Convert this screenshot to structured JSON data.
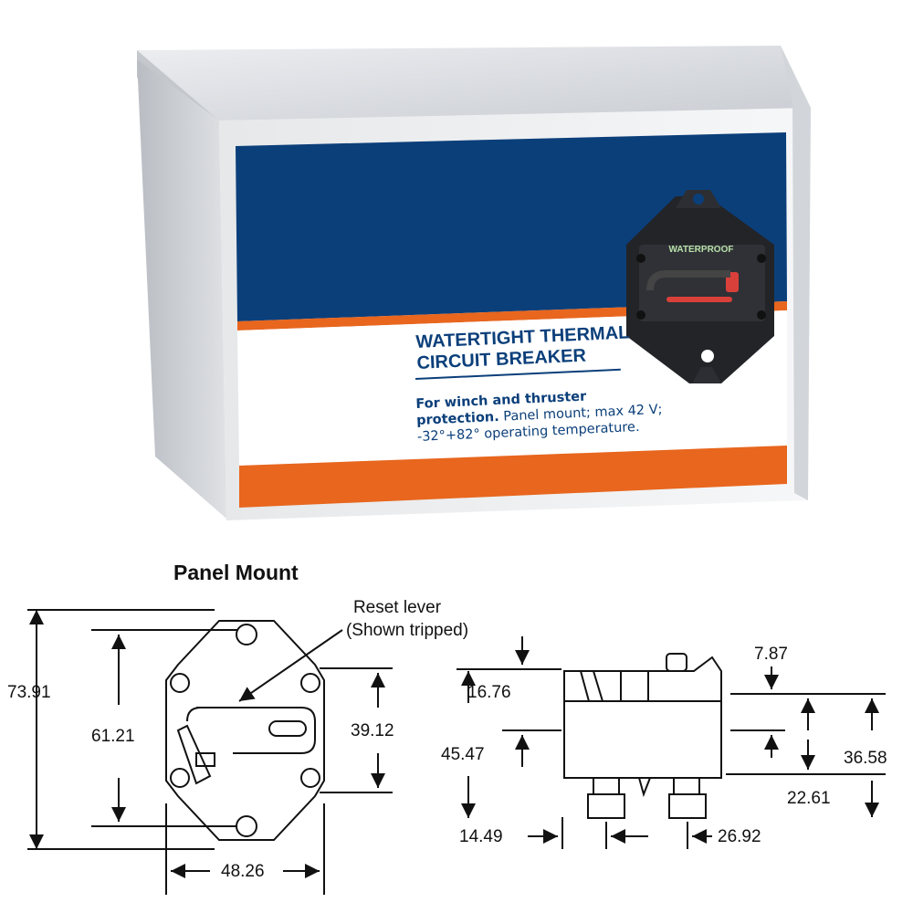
{
  "box_label": {
    "title_line1": "WATERTIGHT THERMAL",
    "title_line2": "CIRCUIT BREAKER",
    "desc_bold_line1": "For winch and thruster",
    "desc_bold_line2": "protection.",
    "desc_rest_line2": " Panel mount; max 42 V;",
    "desc_line3": "-32°+82° operating temperature.",
    "device_badge": "WATERPROOF"
  },
  "drawing": {
    "heading": "Panel Mount",
    "callout_line1": "Reset lever",
    "callout_line2": "(Shown tripped)",
    "front_view": {
      "overall_height": "73.91",
      "hole_spacing": "61.21",
      "side_hole_spacing": "39.12",
      "width": "48.26"
    },
    "side_view": {
      "top_offset": "16.76",
      "lever_height": "7.87",
      "body_height": "45.47",
      "mount_height": "36.58",
      "lower_height": "22.61",
      "stud_offset": "14.49",
      "stud_spacing": "26.92"
    }
  },
  "colors": {
    "label_blue": "#0b3f7a",
    "label_orange": "#e8661e",
    "box_grey": "#dcdde0"
  }
}
